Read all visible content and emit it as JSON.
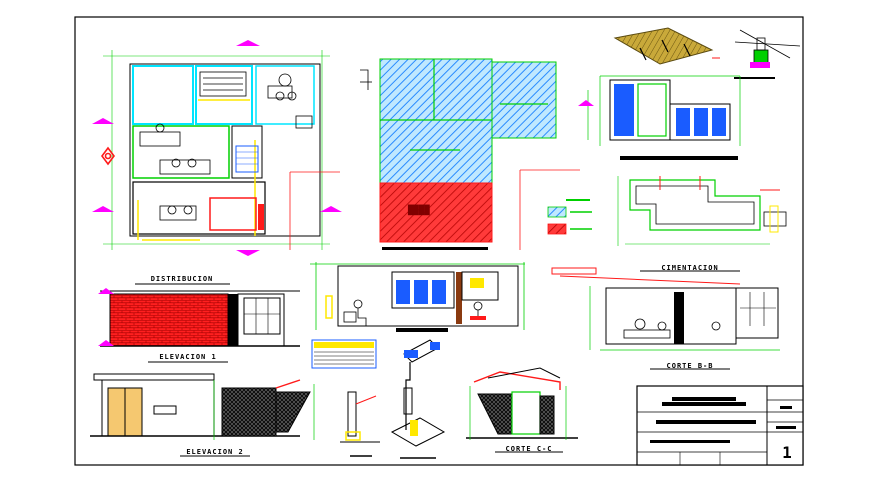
{
  "sheet": {
    "labels": {
      "plan": "DISTRIBUCION",
      "cimentacion": "CIMENTACION",
      "elev1": "ELEVACION 1",
      "elev2": "ELEVACION 2",
      "corteb": "CORTE B-B",
      "cortec": "CORTE C-C"
    },
    "title_block": {
      "sheet_number": "1"
    }
  },
  "colors": {
    "cyan": "#00e5ff",
    "green": "#00d000",
    "red": "#ff1a1a",
    "blue": "#1a5cff",
    "magenta": "#ff00ff",
    "yellow": "#ffe800",
    "ink": "#000000",
    "olive": "#8a7a20"
  }
}
